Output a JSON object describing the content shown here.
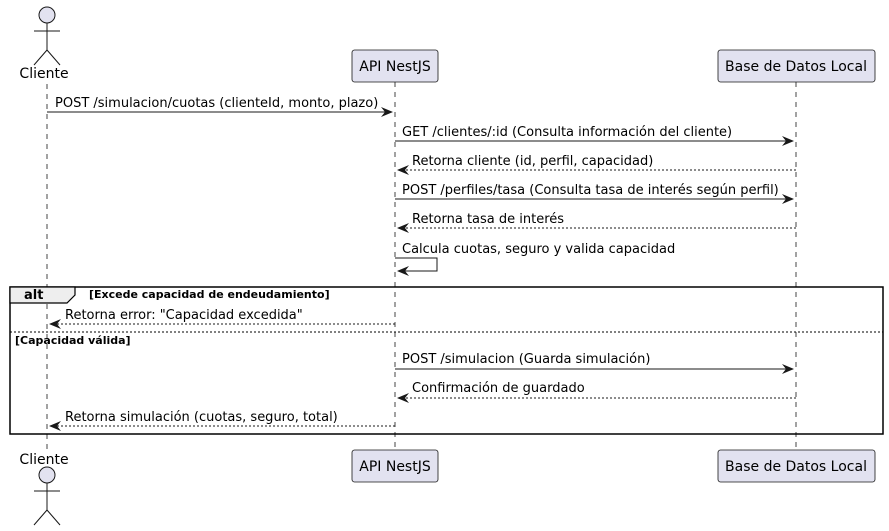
{
  "participants": [
    {
      "id": "cliente",
      "label": "Cliente",
      "kind": "actor"
    },
    {
      "id": "api",
      "label": "API NestJS",
      "kind": "participant"
    },
    {
      "id": "db",
      "label": "Base de Datos Local",
      "kind": "participant"
    }
  ],
  "messages": [
    {
      "from": "cliente",
      "to": "api",
      "text": "POST /simulacion/cuotas (clienteId, monto, plazo)",
      "style": "solid"
    },
    {
      "from": "api",
      "to": "db",
      "text": "GET /clientes/:id (Consulta información del cliente)",
      "style": "solid"
    },
    {
      "from": "db",
      "to": "api",
      "text": "Retorna cliente (id, perfil, capacidad)",
      "style": "dashed"
    },
    {
      "from": "api",
      "to": "db",
      "text": "POST /perfiles/tasa (Consulta tasa de interés según perfil)",
      "style": "solid"
    },
    {
      "from": "db",
      "to": "api",
      "text": "Retorna tasa de interés",
      "style": "dashed"
    },
    {
      "from": "api",
      "to": "api",
      "text": "Calcula cuotas, seguro y valida capacidad",
      "style": "solid"
    },
    {
      "from": "api",
      "to": "cliente",
      "text": "Retorna error: \"Capacidad excedida\"",
      "style": "dashed"
    },
    {
      "from": "api",
      "to": "db",
      "text": "POST /simulacion (Guarda simulación)",
      "style": "solid"
    },
    {
      "from": "db",
      "to": "api",
      "text": "Confirmación de guardado",
      "style": "dashed"
    },
    {
      "from": "api",
      "to": "cliente",
      "text": "Retorna simulación (cuotas, seguro, total)",
      "style": "dashed"
    }
  ],
  "fragment": {
    "keyword": "alt",
    "sections": [
      {
        "guard": "[Excede capacidad de endeudamiento]"
      },
      {
        "guard": "[Capacidad válida]"
      }
    ]
  },
  "colors": {
    "participant_fill": "#e2e2f0",
    "participant_stroke": "#181818",
    "lifeline": "#181818",
    "arrow": "#181818"
  }
}
